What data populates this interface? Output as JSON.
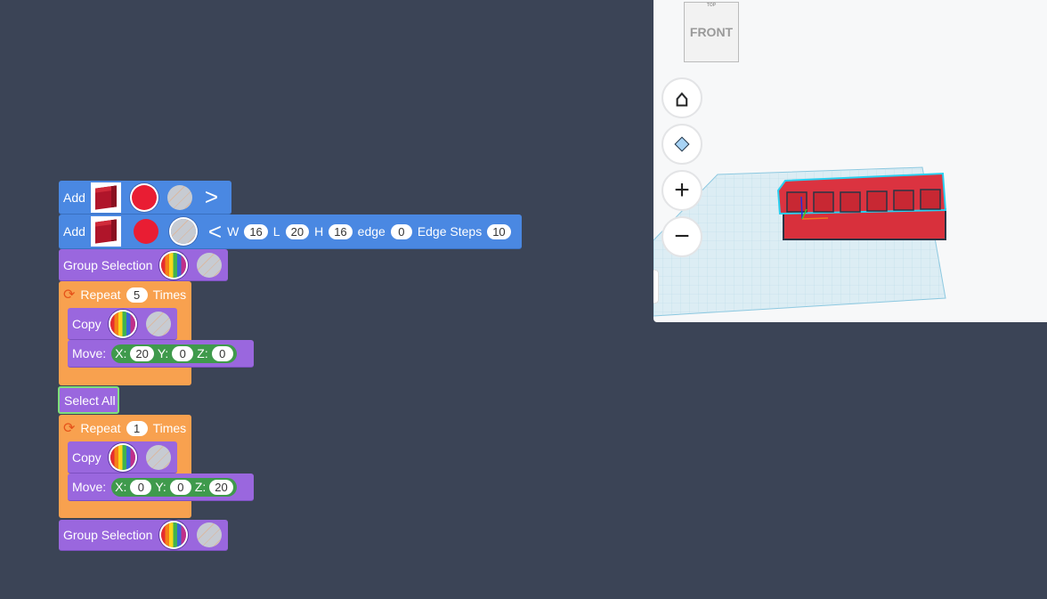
{
  "blocks": {
    "add1": {
      "label": "Add",
      "arrow": ">"
    },
    "add2": {
      "label": "Add",
      "arrow": "<",
      "w_label": "W",
      "w": "16",
      "l_label": "L",
      "l": "20",
      "h_label": "H",
      "h": "16",
      "edge_label": "edge",
      "edge": "0",
      "steps_label": "Edge Steps",
      "steps": "10"
    },
    "group1": {
      "label": "Group Selection"
    },
    "repeat1": {
      "label": "Repeat",
      "count": "5",
      "times": "Times"
    },
    "copy1": {
      "label": "Copy"
    },
    "move1": {
      "label": "Move:",
      "x_label": "X:",
      "x": "20",
      "y_label": "Y:",
      "y": "0",
      "z_label": "Z:",
      "z": "0"
    },
    "select_all": {
      "label": "Select All"
    },
    "repeat2": {
      "label": "Repeat",
      "count": "1",
      "times": "Times"
    },
    "copy2": {
      "label": "Copy"
    },
    "move2": {
      "label": "Move:",
      "x_label": "X:",
      "x": "0",
      "y_label": "Y:",
      "y": "0",
      "z_label": "Z:",
      "z": "20"
    },
    "group2": {
      "label": "Group Selection"
    }
  },
  "viewport": {
    "cube_front": "FRONT",
    "cube_top": "TOP",
    "workplane": "plane"
  },
  "colors": {
    "blue": "#4a88e2",
    "purple": "#9a67de",
    "orange": "#f8a14f",
    "green": "#3f9a4c",
    "background": "#3b4456"
  }
}
